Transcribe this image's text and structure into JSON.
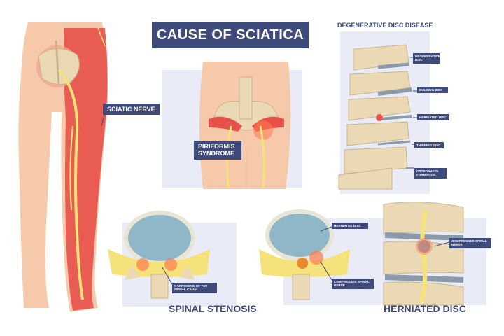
{
  "title": "CAUSE OF SCIATICA",
  "panels": {
    "degenerative": {
      "heading": "DEGENERATIVE DISC DISEASE",
      "labels": [
        "DEGENERATIVE DISC",
        "BULGING DISC",
        "HERNIATED DISC",
        "THINNING DISC",
        "OSTEOPHYTE FORMATION"
      ]
    },
    "leg": {
      "label": "SCIATIC NERVE"
    },
    "piriformis": {
      "label": "PIRIFORMIS SYNDROME"
    },
    "stenosis": {
      "heading": "SPINAL STENOSIS",
      "label": "NARROWING OF THE SPINAL CANAL"
    },
    "herniated": {
      "heading": "HERNIATED DISC",
      "labels": {
        "disc": "HERNIATED DISC",
        "nerve": "COMPRESSED SPINAL NERVE",
        "side": "COMPRESSED SPINAL NERVE"
      }
    }
  },
  "colors": {
    "accent": "#3d4a7a",
    "skin": "#f5c9a9",
    "inflamed": "#e8504a",
    "bone": "#ead9b4",
    "nerve": "#f6e27a",
    "disc": "#8fb7c7"
  }
}
